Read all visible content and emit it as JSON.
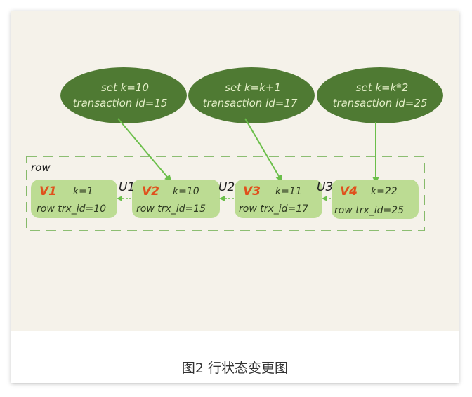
{
  "row_label": "row",
  "caption": "图2 行状态变更图",
  "colors": {
    "canvas": "#f5f2ea",
    "ellipse_fill": "#4f7a33",
    "ellipse_text": "#e4efc8",
    "box_fill": "#bcdc93",
    "arrow": "#6bbf4a",
    "version_label": "#e0501c",
    "dashed_border": "#6aac4a"
  },
  "transactions": [
    {
      "line1": "set k=10",
      "line2": "transaction id=15"
    },
    {
      "line1": "set k=k+1",
      "line2": "transaction id=17"
    },
    {
      "line1": "set k=k*2",
      "line2": "transaction id=25"
    }
  ],
  "versions": [
    {
      "name": "V1",
      "value": "k=1",
      "trx": "row trx_id=10"
    },
    {
      "name": "V2",
      "value": "k=10",
      "trx": "row trx_id=15"
    },
    {
      "name": "V3",
      "value": "k=11",
      "trx": "row trx_id=17"
    },
    {
      "name": "V4",
      "value": "k=22",
      "trx": "row trx_id=25"
    }
  ],
  "undo_labels": [
    "U1",
    "U2",
    "U3"
  ]
}
